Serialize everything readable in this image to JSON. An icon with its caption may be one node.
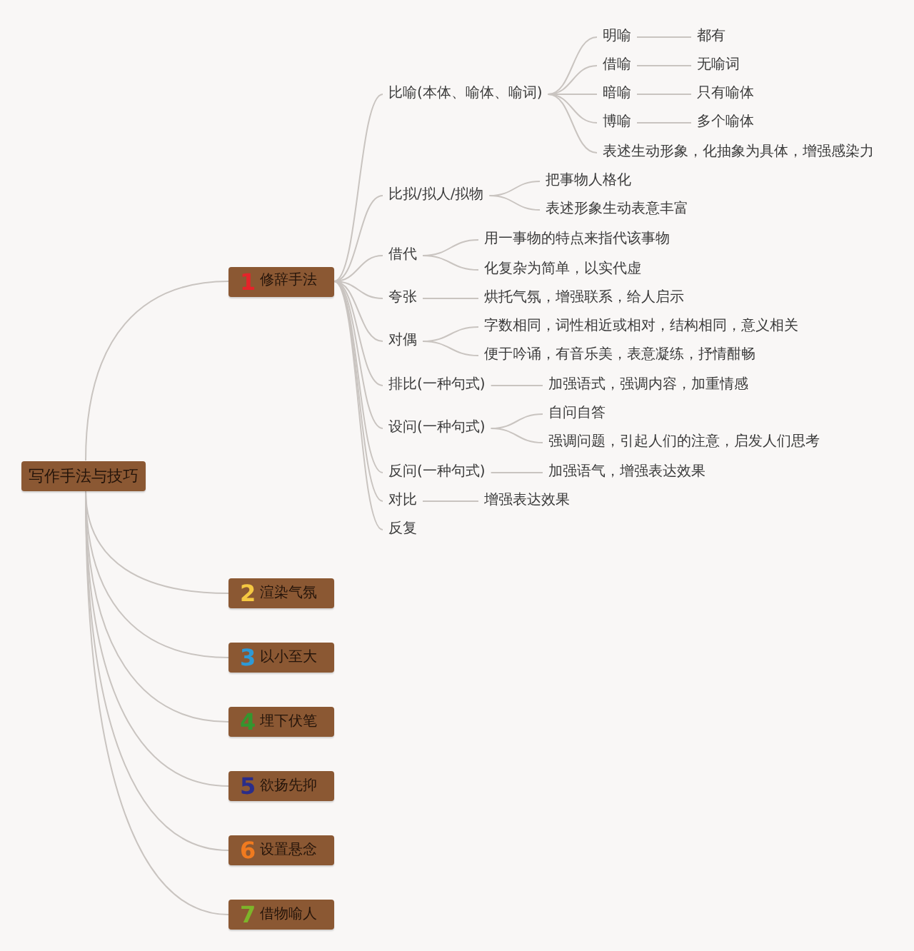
{
  "diagram": {
    "nodes": [
      {
        "text": [
          "写作手法与技巧"
        ]
      },
      {
        "text": [
          "1",
          "修辞手法"
        ]
      },
      {
        "text": [
          "比喻(本体、喻体、喻词)"
        ]
      },
      {
        "text": [
          "明喻"
        ]
      },
      {
        "text": [
          "都有"
        ]
      },
      {
        "text": [
          "借喻"
        ]
      },
      {
        "text": [
          "无喻词"
        ]
      },
      {
        "text": [
          "暗喻"
        ]
      },
      {
        "text": [
          "只有喻体"
        ]
      },
      {
        "text": [
          "博喻"
        ]
      },
      {
        "text": [
          "多个喻体"
        ]
      },
      {
        "text": [
          "表述生动形象，化抽象为具体，增强感染力"
        ]
      },
      {
        "text": [
          "比拟/拟人/拟物"
        ]
      },
      {
        "text": [
          "把事物人格化"
        ]
      },
      {
        "text": [
          "表述形象生动表意丰富"
        ]
      },
      {
        "text": [
          "借代"
        ]
      },
      {
        "text": [
          "用一事物的特点来指代该事物"
        ]
      },
      {
        "text": [
          "化复杂为简单，以实代虚"
        ]
      },
      {
        "text": [
          "夸张"
        ]
      },
      {
        "text": [
          "烘托气氛，增强联系，给人启示"
        ]
      },
      {
        "text": [
          "对偶"
        ]
      },
      {
        "text": [
          "字数相同，词性相近或相对，结构相同，意义相关"
        ]
      },
      {
        "text": [
          "便于吟诵，有音乐美，表意凝练，抒情酣畅"
        ]
      },
      {
        "text": [
          "排比(一种句式)"
        ]
      },
      {
        "text": [
          "加强语式，强调内容，加重情感"
        ]
      },
      {
        "text": [
          "设问(一种句式)"
        ]
      },
      {
        "text": [
          "自问自答"
        ]
      },
      {
        "text": [
          "强调问题，引起人们的注意，启发人们思考"
        ]
      },
      {
        "text": [
          "反问(一种句式)"
        ]
      },
      {
        "text": [
          "加强语气，增强表达效果"
        ]
      },
      {
        "text": [
          "对比"
        ]
      },
      {
        "text": [
          "增强表达效果"
        ]
      },
      {
        "text": [
          "反复"
        ]
      },
      {
        "text": [
          "2",
          "渲染气氛"
        ]
      },
      {
        "text": [
          "3",
          "以小至大"
        ]
      },
      {
        "text": [
          "4",
          "埋下伏笔"
        ]
      },
      {
        "text": [
          "5",
          "欲扬先抑"
        ]
      },
      {
        "text": [
          "6",
          "设置悬念"
        ]
      },
      {
        "text": [
          "7",
          "借物喻人"
        ]
      }
    ],
    "edges": [
      {
        "from": 0,
        "to": 1,
        "arrow": "none"
      },
      {
        "from": 1,
        "to": 2,
        "arrow": "none"
      },
      {
        "from": 2,
        "to": 3,
        "arrow": "none"
      },
      {
        "from": 3,
        "to": 4,
        "arrow": "none"
      },
      {
        "from": 2,
        "to": 5,
        "arrow": "none"
      },
      {
        "from": 5,
        "to": 6,
        "arrow": "none"
      },
      {
        "from": 2,
        "to": 7,
        "arrow": "none"
      },
      {
        "from": 7,
        "to": 8,
        "arrow": "none"
      },
      {
        "from": 2,
        "to": 9,
        "arrow": "none"
      },
      {
        "from": 9,
        "to": 10,
        "arrow": "none"
      },
      {
        "from": 2,
        "to": 11,
        "arrow": "none"
      },
      {
        "from": 1,
        "to": 12,
        "arrow": "none"
      },
      {
        "from": 12,
        "to": 13,
        "arrow": "none"
      },
      {
        "from": 12,
        "to": 14,
        "arrow": "none"
      },
      {
        "from": 1,
        "to": 15,
        "arrow": "none"
      },
      {
        "from": 15,
        "to": 16,
        "arrow": "none"
      },
      {
        "from": 15,
        "to": 17,
        "arrow": "none"
      },
      {
        "from": 1,
        "to": 18,
        "arrow": "none"
      },
      {
        "from": 18,
        "to": 19,
        "arrow": "none"
      },
      {
        "from": 1,
        "to": 20,
        "arrow": "none"
      },
      {
        "from": 20,
        "to": 21,
        "arrow": "none"
      },
      {
        "from": 20,
        "to": 22,
        "arrow": "none"
      },
      {
        "from": 1,
        "to": 23,
        "arrow": "none"
      },
      {
        "from": 23,
        "to": 24,
        "arrow": "none"
      },
      {
        "from": 1,
        "to": 25,
        "arrow": "none"
      },
      {
        "from": 25,
        "to": 26,
        "arrow": "none"
      },
      {
        "from": 25,
        "to": 27,
        "arrow": "none"
      },
      {
        "from": 1,
        "to": 28,
        "arrow": "none"
      },
      {
        "from": 28,
        "to": 29,
        "arrow": "none"
      },
      {
        "from": 1,
        "to": 30,
        "arrow": "none"
      },
      {
        "from": 30,
        "to": 31,
        "arrow": "none"
      },
      {
        "from": 1,
        "to": 32,
        "arrow": "none"
      },
      {
        "from": 0,
        "to": 33,
        "arrow": "none"
      },
      {
        "from": 0,
        "to": 34,
        "arrow": "none"
      },
      {
        "from": 0,
        "to": 35,
        "arrow": "none"
      },
      {
        "from": 0,
        "to": 36,
        "arrow": "none"
      },
      {
        "from": 0,
        "to": 37,
        "arrow": "none"
      },
      {
        "from": 0,
        "to": 38,
        "arrow": "none"
      }
    ]
  }
}
